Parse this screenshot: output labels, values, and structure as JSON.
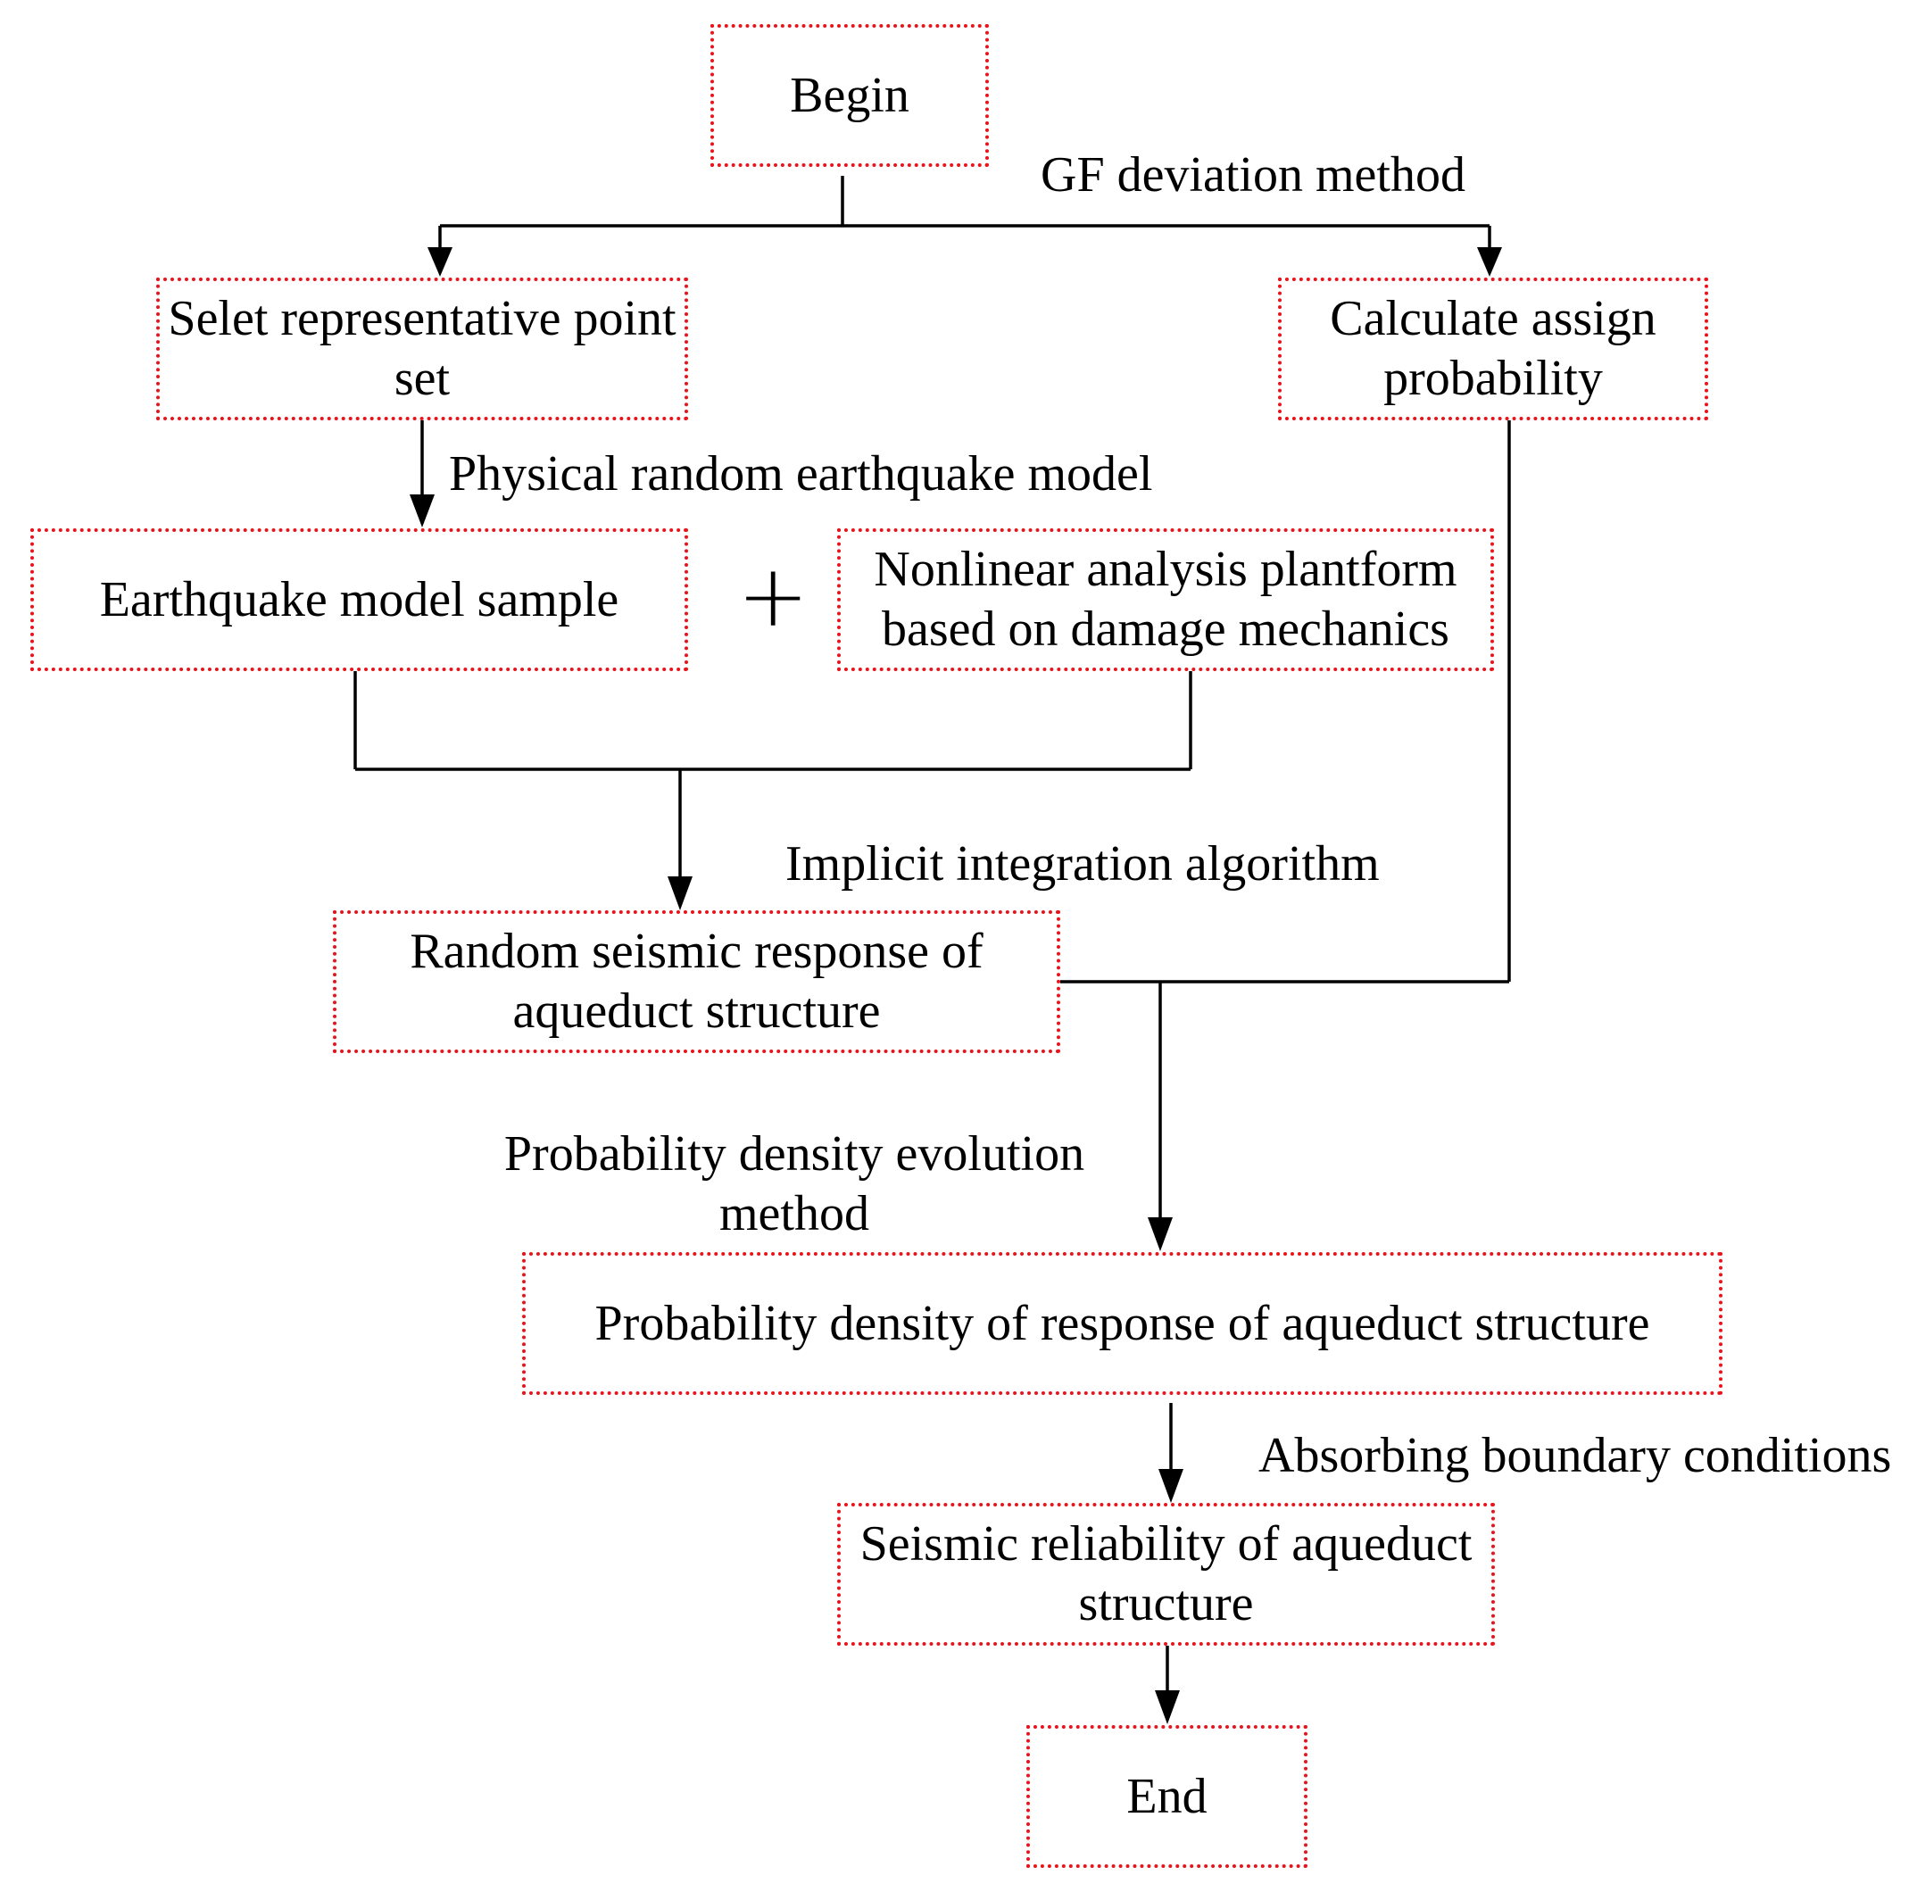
{
  "nodes": {
    "begin": "Begin",
    "select_points": "Selet representative point set",
    "assign_probability": "Calculate assign probability",
    "earthquake_sample": "Earthquake model sample",
    "nonlinear_platform": "Nonlinear analysis plantform based on damage mechanics",
    "random_response": "Random seismic response of aqueduct structure",
    "density_response": "Probability density of response of aqueduct structure",
    "seismic_reliability": "Seismic reliability of aqueduct structure",
    "end": "End"
  },
  "edge_labels": {
    "gf_deviation": "GF deviation method",
    "physical_model": "Physical random earthquake model",
    "implicit_integration": "Implicit integration algorithm",
    "pdem": "Probability density evolution method",
    "absorbing_boundary": "Absorbing boundary conditions"
  },
  "plus_symbol": "+",
  "colors": {
    "box_border": "#e8141c",
    "line": "#000000",
    "text": "#000000"
  }
}
